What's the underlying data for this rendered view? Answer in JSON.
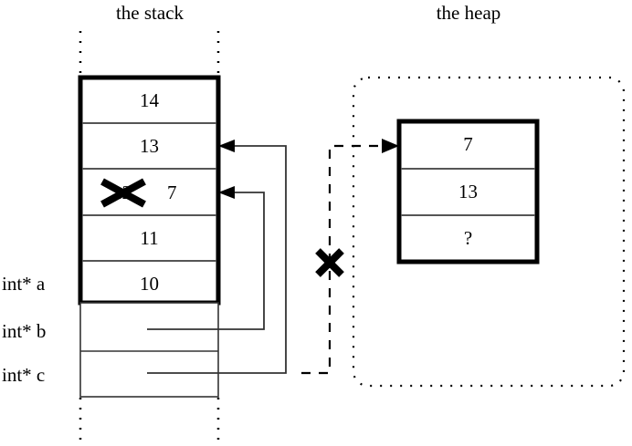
{
  "titles": {
    "stack": "the stack",
    "heap": "the heap"
  },
  "stack": {
    "frame_cells": [
      {
        "value": "14"
      },
      {
        "value": "13"
      },
      {
        "value": "12",
        "struck": true,
        "new_value": "7"
      },
      {
        "value": "11"
      },
      {
        "value": "10"
      }
    ],
    "pointer_rows": [
      {
        "label": "int* a"
      },
      {
        "label": "int* b"
      },
      {
        "label": "int* c"
      }
    ]
  },
  "heap": {
    "cells": [
      {
        "value": "7"
      },
      {
        "value": "13"
      },
      {
        "value": "?"
      }
    ]
  },
  "annotations": {
    "invalidated_pointer_mark": "X",
    "struck_value_mark": "X"
  },
  "colors": {
    "ink": "#000000",
    "background": "#ffffff",
    "thin_line": "#333333"
  }
}
